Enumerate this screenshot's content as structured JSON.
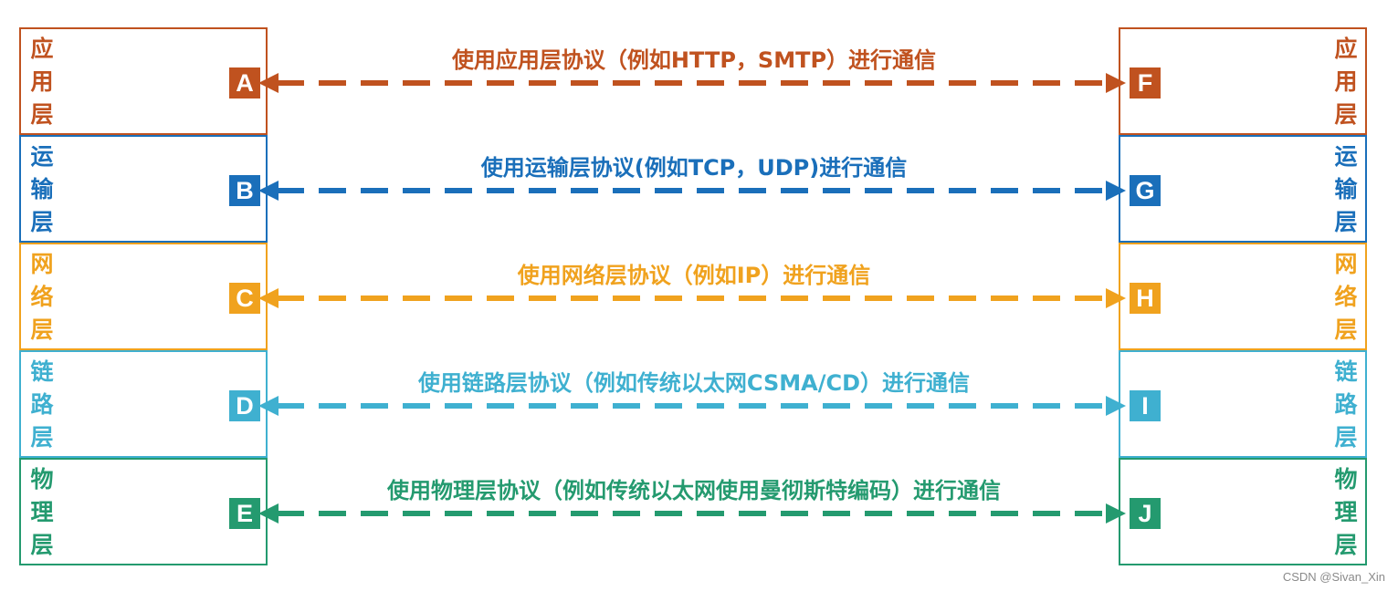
{
  "colors": {
    "application": "#c0521f",
    "transport": "#1a6fba",
    "network": "#f0a21e",
    "link": "#3fb0d0",
    "physical": "#249a6f"
  },
  "layers": [
    {
      "key": "application",
      "name": "应\n用\n层",
      "left_node": "A",
      "right_node": "F",
      "protocol": "使用应用层协议（例如HTTP，SMTP）进行通信"
    },
    {
      "key": "transport",
      "name": "运\n输\n层",
      "left_node": "B",
      "right_node": "G",
      "protocol": "使用运输层协议(例如TCP，UDP)进行通信"
    },
    {
      "key": "network",
      "name": "网\n络\n层",
      "left_node": "C",
      "right_node": "H",
      "protocol": "使用网络层协议（例如IP）进行通信"
    },
    {
      "key": "link",
      "name": "链\n路\n层",
      "left_node": "D",
      "right_node": "I",
      "protocol": "使用链路层协议（例如传统以太网CSMA/CD）进行通信"
    },
    {
      "key": "physical",
      "name": "物\n理\n层",
      "left_node": "E",
      "right_node": "J",
      "protocol": "使用物理层协议（例如传统以太网使用曼彻斯特编码）进行通信"
    }
  ],
  "watermark": "CSDN @Sivan_Xin"
}
